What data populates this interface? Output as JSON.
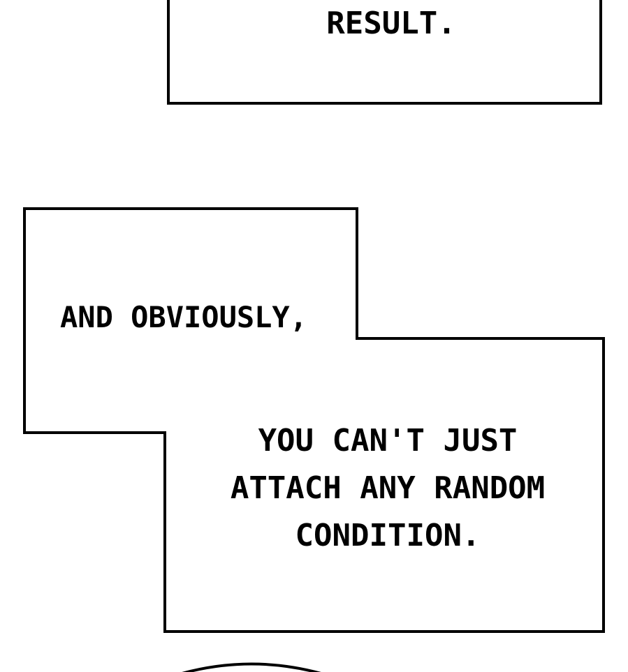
{
  "captions": {
    "top": "RESULT.",
    "middle": "AND OBVIOUSLY,",
    "bottom_lines": [
      "YOU CAN'T JUST",
      "ATTACH ANY RANDOM",
      "CONDITION."
    ]
  },
  "colors": {
    "background": "#ffffff",
    "ink": "#000000"
  }
}
